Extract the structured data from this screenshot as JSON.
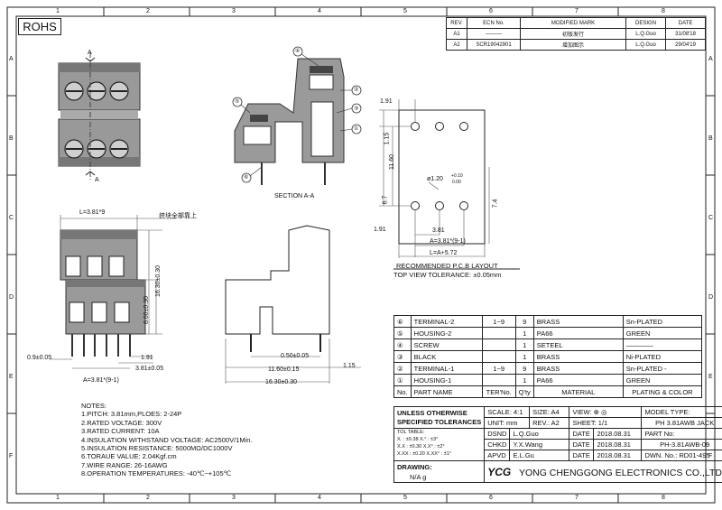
{
  "border": {
    "top_numbers": [
      "1",
      "2",
      "3",
      "4",
      "5",
      "6",
      "7",
      "8"
    ],
    "side_letters": [
      "A",
      "B",
      "C",
      "D",
      "E",
      "F"
    ]
  },
  "rohs": "ROHS",
  "revision": {
    "headers": [
      "REV.",
      "ECN No.",
      "MODIFIED MARK",
      "DESIGN",
      "DATE"
    ],
    "rows": [
      [
        "A1",
        "———",
        "初版发行",
        "L.Q.Guo",
        "31/08'18"
      ],
      [
        "A2",
        "SCR19042901",
        "增加图示",
        "L.Q.Guo",
        "29/04'19"
      ]
    ]
  },
  "views": {
    "top_label": "A",
    "bottom_label": "A",
    "section_label": "SECTION A-A",
    "callouts": [
      "④",
      "②",
      "⑤",
      "③",
      "①",
      "⑥"
    ],
    "side_dims": {
      "pitch_total": "L=3.81*9",
      "note_cn": "挤块全部靠上",
      "h1": "16.30±0.30",
      "h2": "8.60±0.30",
      "d1": "0.9±0.05",
      "d2": "1.91",
      "d3": "3.81±0.05",
      "d4": "A=3.81*(9-1)"
    },
    "end_dims": {
      "d1": "0.50±0.05",
      "d2": "11.60±0.15",
      "d3": "16.30±0.30",
      "d4": "1.15"
    },
    "pcb": {
      "d_191_top": "1.91",
      "d_115": "1.15",
      "d_1160": "11.60",
      "hole": "ø1.20",
      "hole_tol_up": "+0.10",
      "hole_tol_dn": "0.00",
      "d_67": "6.7",
      "d_74": "7.4",
      "d_191_left": "1.91",
      "d_381": "3.81",
      "d_A": "A=3.81*(9-1)",
      "d_L": "L=A+5.72",
      "title": "RECOMMENDED P.C.B LAYOUT",
      "subtitle": "TOP VIEW TOLERANCE: ±0.05mm"
    }
  },
  "notes": {
    "title": "NOTES:",
    "items": [
      "1.PITCH: 3.81mm,PLOES: 2-24P",
      "2.RATED VOLTAGE: 300V",
      "3.RATED CURRENT: 10A",
      "4.INSULATION WITHSTAND VOLTAGE: AC2500V/1Min.",
      "5.INSULATION RESISTANCE: 5000MΩ/DC1000V",
      "6.TORAUE VALUE: 2.04Kgf.cm",
      "7.WIRE RANGE: 26-16AWG",
      "8.OPERATION TEMPERATURES: -40℃~+105℃"
    ]
  },
  "parts": {
    "rows": [
      [
        "⑥",
        "TERMINAL-2",
        "1~9",
        "9",
        "BRASS",
        "Sn-PLATED"
      ],
      [
        "⑤",
        "HOUSING-2",
        "",
        "1",
        "PA66",
        "GREEN"
      ],
      [
        "④",
        "SCREW",
        "",
        "1",
        "SETEEL",
        "————"
      ],
      [
        "③",
        "BLACK",
        "",
        "1",
        "BRASS",
        "Ni-PLATED"
      ],
      [
        "②",
        "TERMINAL-1",
        "1~9",
        "9",
        "BRASS",
        "Sn-PLATED  -"
      ],
      [
        "①",
        "HOUSING-1",
        "",
        "1",
        "PA66",
        "GREEN"
      ]
    ],
    "header": [
      "No.",
      "PART NAME",
      "TER'No.",
      "Q'ty",
      "MATERIAL",
      "PLATING & COLOR"
    ]
  },
  "title_block": {
    "unless1": "UNLESS OTHERWISE",
    "unless2": "SPECIFIED TOLERANCES",
    "scale": "SCALE: 4:1",
    "size": "SIZE: A4",
    "view": "VIEW: ⊕ ◎",
    "model_label": "MODEL TYPE:",
    "model": "PH 3.81AWB JACK",
    "unit": "UNIT: mm",
    "rev": "REV.: A2",
    "sheet": "SHEET: 1/1",
    "tol_title": "TOL TABLE:",
    "tol1": "X.    : ±0.38",
    "tol1b": "X.°   : ±3°",
    "tol2": "X.X   : ±0.30",
    "tol2b": "X.X°  : ±2°",
    "tol3": "X.XX  : ±0.20",
    "tol3b": "X.XX° : ±1°",
    "dsnd_l": "DSND",
    "dsnd": "L.Q.Guo",
    "chkd_l": "CHKD",
    "chkd": "Y.X.Wang",
    "apvd_l": "APVD",
    "apvd": "E.L.Gu",
    "date_l": "DATE",
    "date": "2018.08.31",
    "partno_label": "PART No:",
    "partno": "PH-3.81AWB-09",
    "dwn": "DWN. No.: RD01-495",
    "drawing": "DRAWING:",
    "na": "N/A   g",
    "logo": "YCG",
    "company": "YONG CHENGGONG ELECTRONICS CO.,LTD."
  }
}
